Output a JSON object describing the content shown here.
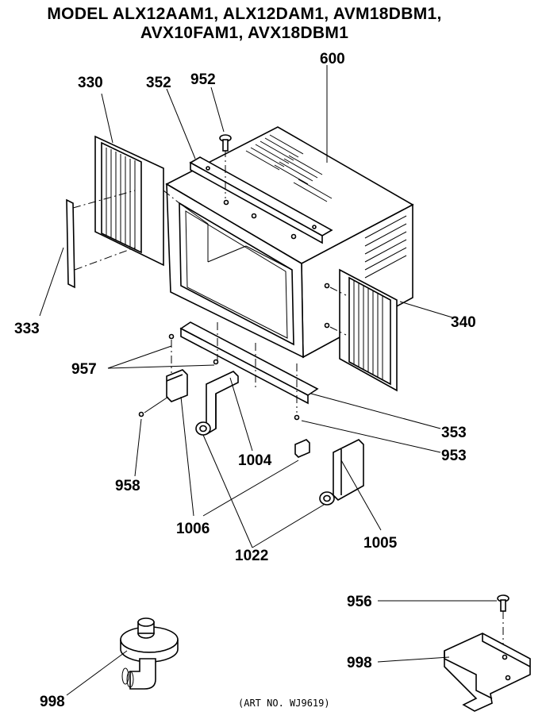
{
  "title": {
    "line1": "MODEL ALX12AAM1, ALX12DAM1, AVM18DBM1,",
    "line2": "AVX10FAM1, AVX18DBM1"
  },
  "callouts": {
    "c600": "600",
    "c330": "330",
    "c352": "352",
    "c952": "952",
    "c333": "333",
    "c340": "340",
    "c957": "957",
    "c353": "353",
    "c953": "953",
    "c958": "958",
    "c1004": "1004",
    "c1006": "1006",
    "c1005": "1005",
    "c1022": "1022",
    "c956": "956",
    "c998a": "998",
    "c998b": "998"
  },
  "art_number": "(ART NO. WJ9619)"
}
